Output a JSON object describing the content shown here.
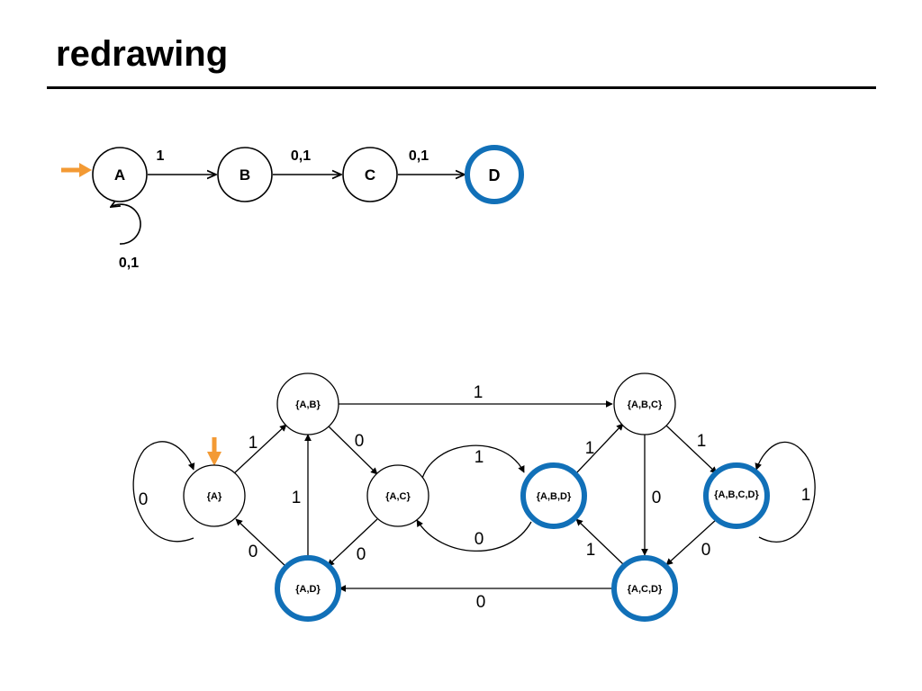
{
  "title": "redrawing",
  "colors": {
    "accent_orange": "#f39a34",
    "accept_blue": "#1170b8",
    "stroke": "#000000"
  },
  "nfa": {
    "states": [
      {
        "id": "A",
        "label": "A",
        "accepting": false,
        "start": true
      },
      {
        "id": "B",
        "label": "B",
        "accepting": false,
        "start": false
      },
      {
        "id": "C",
        "label": "C",
        "accepting": false,
        "start": false
      },
      {
        "id": "D",
        "label": "D",
        "accepting": true,
        "start": false
      }
    ],
    "edges": [
      {
        "from": "A",
        "to": "A",
        "label": "0,1"
      },
      {
        "from": "A",
        "to": "B",
        "label": "1"
      },
      {
        "from": "B",
        "to": "C",
        "label": "0,1"
      },
      {
        "from": "C",
        "to": "D",
        "label": "0,1"
      }
    ]
  },
  "dfa": {
    "states": [
      {
        "id": "s_A",
        "label": "{A}",
        "accepting": false,
        "start": true
      },
      {
        "id": "s_AB",
        "label": "{A,B}",
        "accepting": false,
        "start": false
      },
      {
        "id": "s_AC",
        "label": "{A,C}",
        "accepting": false,
        "start": false
      },
      {
        "id": "s_AD",
        "label": "{A,D}",
        "accepting": true,
        "start": false
      },
      {
        "id": "s_ABD",
        "label": "{A,B,D}",
        "accepting": true,
        "start": false
      },
      {
        "id": "s_ABC",
        "label": "{A,B,C}",
        "accepting": false,
        "start": false
      },
      {
        "id": "s_ACD",
        "label": "{A,C,D}",
        "accepting": true,
        "start": false
      },
      {
        "id": "s_ABCD",
        "label": "{A,B,C,D}",
        "accepting": true,
        "start": false
      }
    ],
    "edges": [
      {
        "from": "{A}",
        "to": "{A}",
        "label": "0"
      },
      {
        "from": "{A}",
        "to": "{A,B}",
        "label": "1"
      },
      {
        "from": "{A,B}",
        "to": "{A,C}",
        "label": "0"
      },
      {
        "from": "{A,B}",
        "to": "{A,B,C}",
        "label": "1"
      },
      {
        "from": "{A,C}",
        "to": "{A,D}",
        "label": "0"
      },
      {
        "from": "{A,C}",
        "to": "{A,B,D}",
        "label": "1"
      },
      {
        "from": "{A,D}",
        "to": "{A}",
        "label": "0"
      },
      {
        "from": "{A,D}",
        "to": "{A,B}",
        "label": "1"
      },
      {
        "from": "{A,B,D}",
        "to": "{A,C}",
        "label": "0"
      },
      {
        "from": "{A,B,D}",
        "to": "{A,B,C}",
        "label": "1"
      },
      {
        "from": "{A,B,C}",
        "to": "{A,C,D}",
        "label": "0"
      },
      {
        "from": "{A,B,C}",
        "to": "{A,B,C,D}",
        "label": "1"
      },
      {
        "from": "{A,C,D}",
        "to": "{A,D}",
        "label": "0"
      },
      {
        "from": "{A,C,D}",
        "to": "{A,B,D}",
        "label": "1"
      },
      {
        "from": "{A,B,C,D}",
        "to": "{A,C,D}",
        "label": "0"
      },
      {
        "from": "{A,B,C,D}",
        "to": "{A,B,C,D}",
        "label": "1"
      }
    ]
  }
}
